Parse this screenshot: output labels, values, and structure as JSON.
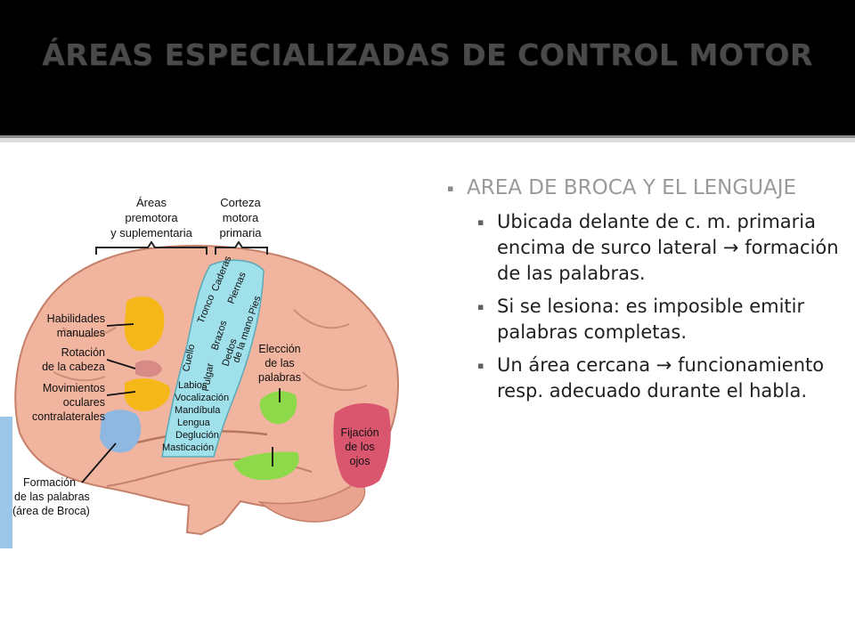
{
  "slide": {
    "title": "ÁREAS ESPECIALIZADAS DE CONTROL MOTOR",
    "bullet_glyph": "▪",
    "arrow_glyph": "→",
    "main_point": "AREA DE BROCA Y EL LENGUAJE",
    "sub_points": [
      {
        "before": "Ubicada delante de c. m. primaria encima de surco lateral ",
        "after": " formación de las palabras."
      },
      {
        "before": "Si se lesiona: es imposible emitir palabras completas.",
        "after": ""
      },
      {
        "before": "Un área cercana ",
        "after": " funcionamiento resp. adecuado durante el habla."
      }
    ]
  },
  "figure": {
    "header_premotor": [
      "Áreas",
      "premotora",
      "y suplementaria"
    ],
    "header_motor": [
      "Corteza",
      "motora",
      "primaria"
    ],
    "strip_top_labels": [
      "Cuello",
      "Tronco",
      "Caderas",
      "Brazos",
      "Piernas",
      "Pulgar",
      "Dedos",
      "de la mano",
      "Pies"
    ],
    "strip_bottom_labels": [
      "Labios",
      "Vocalización",
      "Mandíbula",
      "Lengua",
      "Deglución",
      "Masticación"
    ],
    "left_labels": [
      "Habilidades",
      "manuales",
      "Rotación",
      "de la cabeza",
      "Movimientos",
      "oculares",
      "contralaterales"
    ],
    "broca_label": [
      "Formación",
      "de las palabras",
      "(área de Broca)"
    ],
    "word_choice_label": [
      "Elección",
      "de las",
      "palabras"
    ],
    "eye_fixation_label": [
      "Fijación",
      "de los",
      "ojos"
    ],
    "colors": {
      "premotor": "#f5b818",
      "motor": "#9fe0ea",
      "broca": "#8fb8e0",
      "word": "#8ed94a",
      "eye": "#d9566e",
      "head": "#d88a86",
      "brain": "#f0b49f"
    }
  }
}
